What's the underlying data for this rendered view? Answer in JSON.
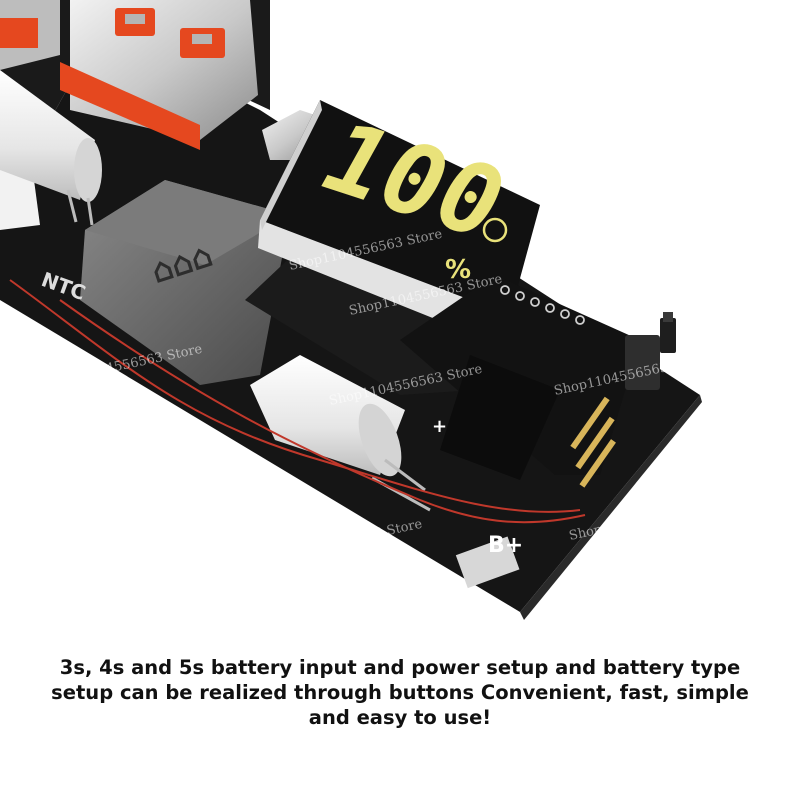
{
  "photo": {
    "display_digits": "100",
    "display_unit": "%",
    "board_labels": {
      "ntc": "NTC",
      "b_plus": "B+",
      "plus": "+"
    },
    "watermarks": [
      "Shop1104556563 Store",
      "Shop1104556563 Store",
      "Shop1104556563 Store",
      "Shop1104556563 Store",
      "Shop1104556563 Store",
      "Shop1104556563 Store",
      "Shop1104556563 Store",
      "Shop1104556563 Store",
      "Shop1104556563 Store"
    ],
    "colors": {
      "pcb": "#151515",
      "usb_tongue": "#e5481f",
      "display_digits": "#e9e27a",
      "metal": "#c8c8c8",
      "capacitor": "#eeeeee",
      "inductor": "#5f5f5f",
      "wire": "#c0382b"
    }
  },
  "caption": {
    "line1": "3s, 4s and 5s battery input and power setup and battery type",
    "line2": "setup can be realized through buttons Convenient, fast, simple",
    "line3": "and easy to use!"
  }
}
